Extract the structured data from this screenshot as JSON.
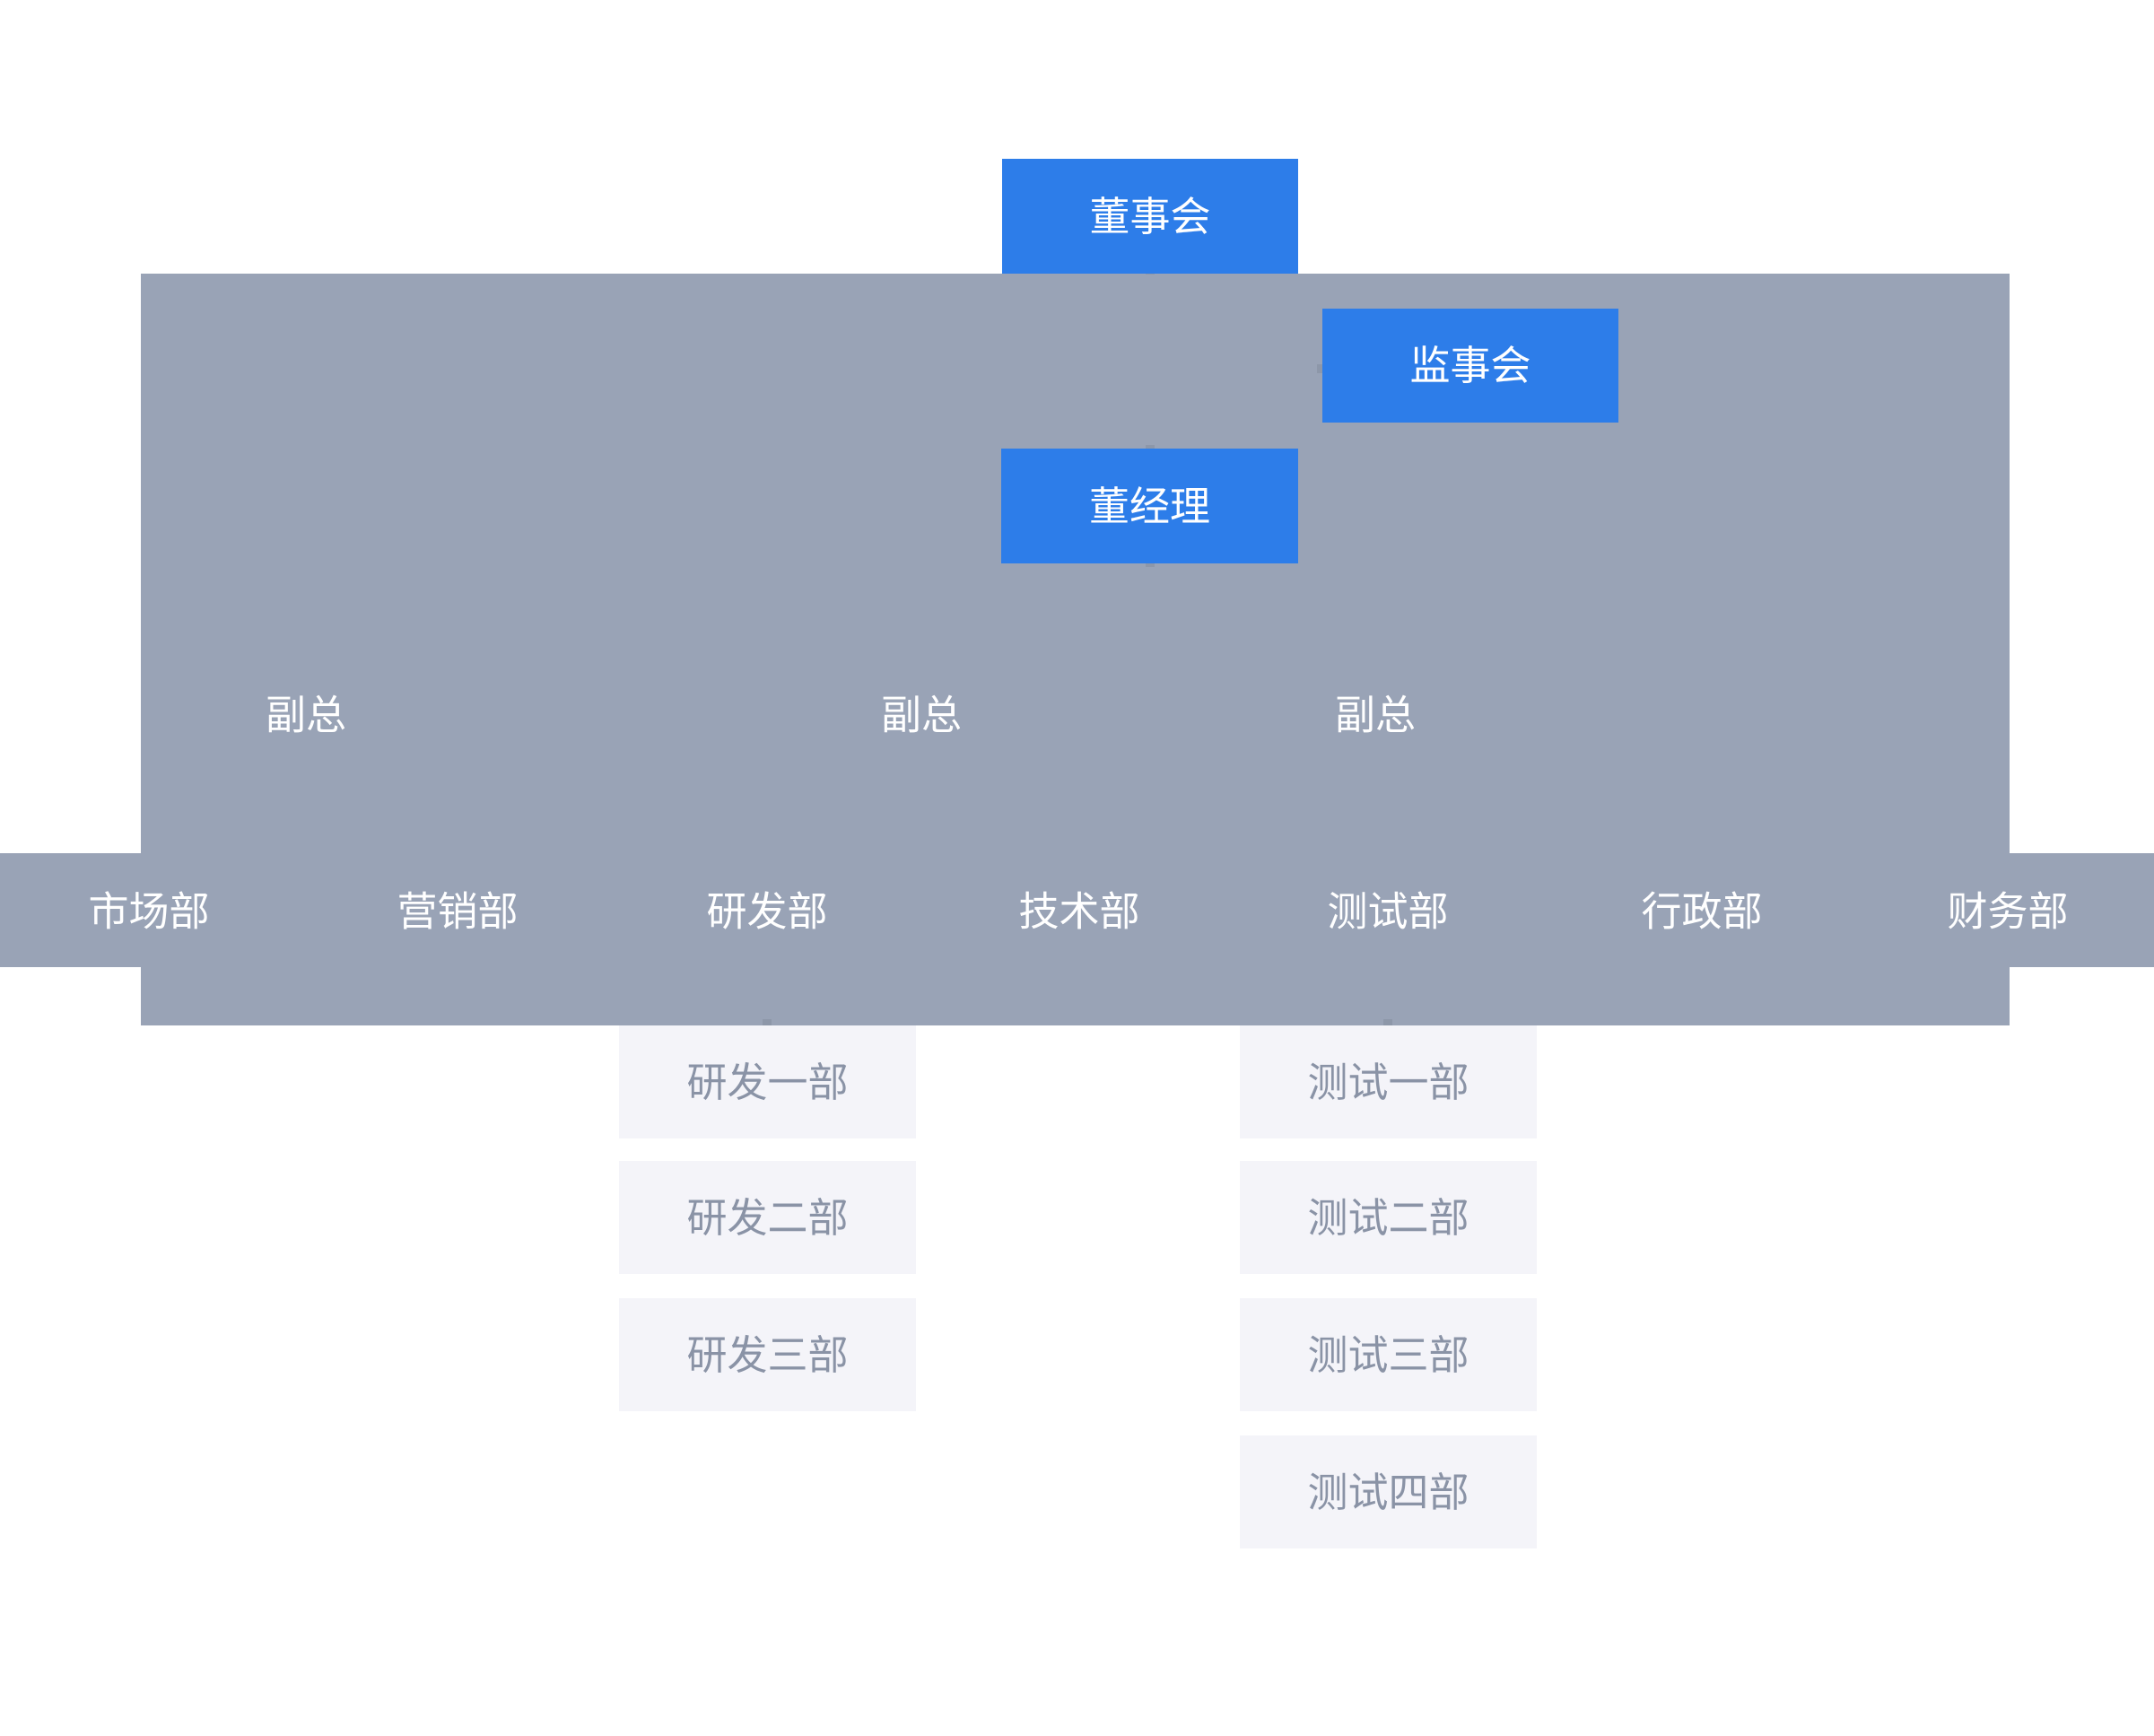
{
  "org": {
    "root": {
      "label": "董事会"
    },
    "supervisory": {
      "label": "监事会"
    },
    "general_manager": {
      "label": "董经理"
    },
    "vice_presidents": [
      {
        "label": "副总"
      },
      {
        "label": "副总"
      },
      {
        "label": "副总"
      }
    ],
    "departments": [
      {
        "label": "市场部"
      },
      {
        "label": "营销部"
      },
      {
        "label": "研发部"
      },
      {
        "label": "技术部"
      },
      {
        "label": "测试部"
      },
      {
        "label": "行政部"
      },
      {
        "label": "财务部"
      }
    ],
    "rd_subdepartments": [
      {
        "label": "研发一部"
      },
      {
        "label": "研发二部"
      },
      {
        "label": "研发三部"
      }
    ],
    "test_subdepartments": [
      {
        "label": "测试一部"
      },
      {
        "label": "测试二部"
      },
      {
        "label": "测试三部"
      },
      {
        "label": "测试四部"
      }
    ],
    "colors": {
      "node_blue": "#2D7DE9",
      "overlay_gray": "#99A3B6",
      "subnode_bg": "#F4F4F9",
      "subnode_text": "#8A93A6",
      "node_text": "#FFFFFF",
      "connector": "#8D97A9"
    }
  }
}
